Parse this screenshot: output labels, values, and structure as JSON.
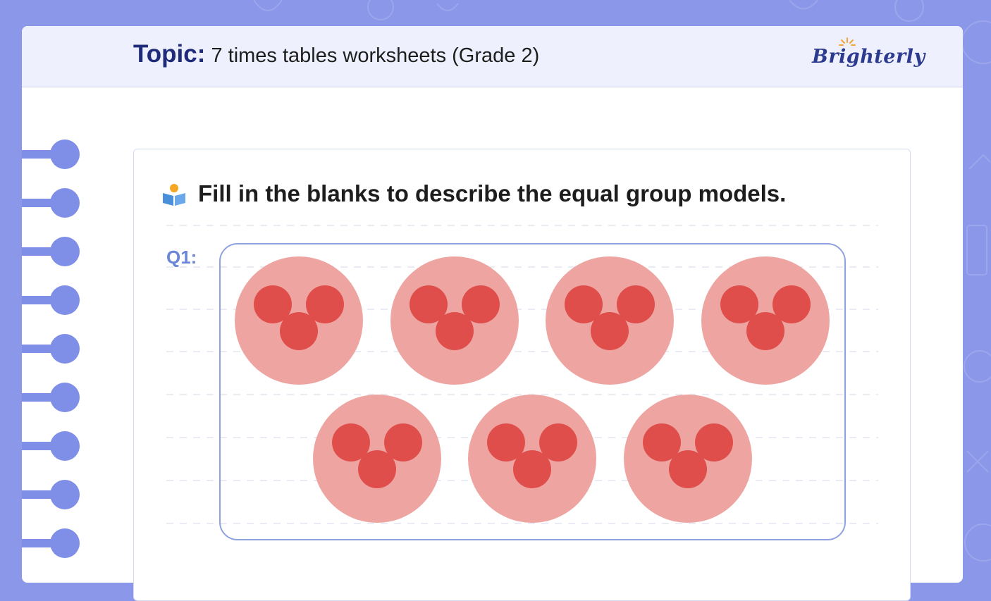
{
  "header": {
    "topic_label": "Topic:",
    "topic_text": "7 times tables worksheets (Grade 2)",
    "brand": "Brighterly"
  },
  "question": {
    "instruction": "Fill in the blanks to describe the equal group models.",
    "number_label": "Q1:",
    "model": {
      "group_count": 7,
      "items_per_group": 3,
      "group_color": "#eea5a2",
      "item_color": "#df4e4b"
    }
  },
  "colors": {
    "background": "#8b97e8",
    "rings": "#7f8ee6",
    "header_bg": "#eef1fd",
    "accent": "#6b86d9"
  }
}
